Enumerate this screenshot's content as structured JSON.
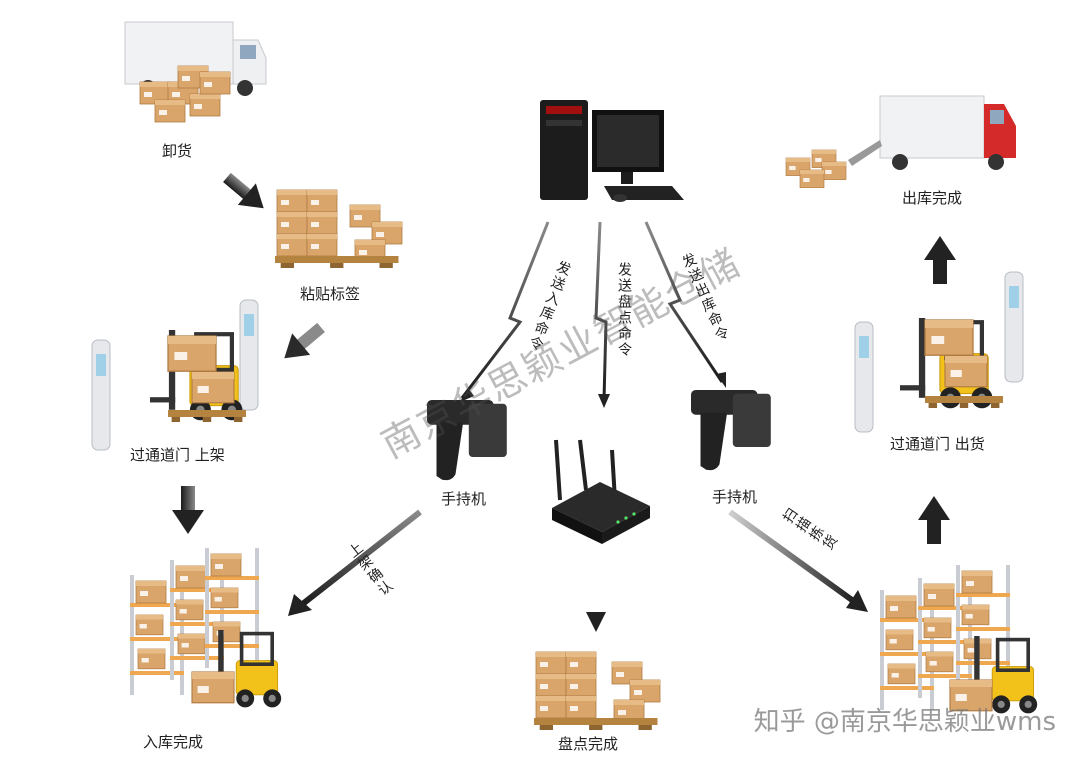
{
  "diagram": {
    "nodes": {
      "unload": "卸货",
      "label": "粘贴标签",
      "gate_in": "过通道门 上架",
      "stored": "入库完成",
      "count_done": "盘点完成",
      "handheld_left": "手持机",
      "handheld_right": "手持机",
      "gate_out": "过通道门 出货",
      "out_done": "出库完成"
    },
    "edges": {
      "send_in": "发送入库命令",
      "send_count": "发送盘点命令",
      "send_out": "发送出库命令",
      "shelf_confirm": "上架确认",
      "scan_pick": "扫描拣货"
    },
    "watermark": "南京华思颖业智能仓储",
    "credit": "知乎 @南京华思颖业wms"
  },
  "colors": {
    "arrow_dark": "#2a2a2a",
    "box": "#d9a56b",
    "box_dark": "#b9844c",
    "forklift": "#f2c21b",
    "shelf": "#c9ccd2",
    "gate": "#e6e8ec"
  }
}
